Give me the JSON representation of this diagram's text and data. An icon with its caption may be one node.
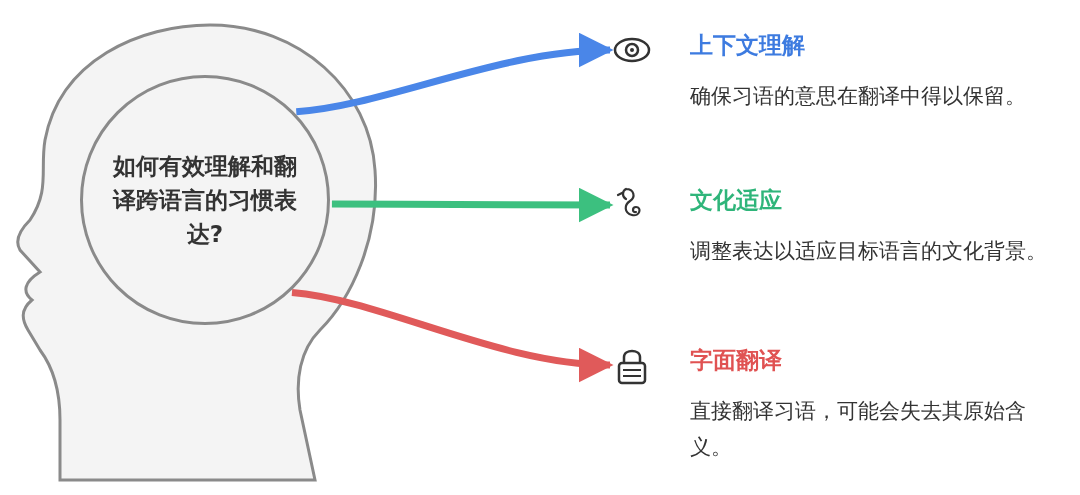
{
  "diagram": {
    "nodes": [
      {
        "text": [
          "如何有效理解和翻译跨语言的习惯表达?"
        ]
      },
      {
        "text": [
          "上下文理解",
          "确保习语的意思在翻译中得以保留。"
        ]
      },
      {
        "text": [
          "文化适应",
          "调整表达以适应目标语言的文化背景。"
        ]
      },
      {
        "text": [
          "字面翻译",
          "直接翻译习语，可能会失去其原始含义。"
        ]
      }
    ],
    "edges": [
      {
        "from": 0,
        "to": 1,
        "arrow": "to",
        "color": "#4a86e8"
      },
      {
        "from": 0,
        "to": 2,
        "arrow": "to",
        "color": "#3cc07f"
      },
      {
        "from": 0,
        "to": 3,
        "arrow": "to",
        "color": "#e05a5a"
      }
    ]
  }
}
